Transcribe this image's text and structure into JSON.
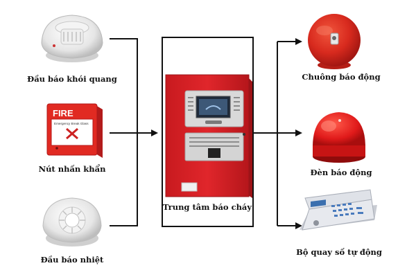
{
  "inputs": {
    "smoke_detector": {
      "label": "Đầu báo khói quang",
      "icon": "smoke-detector-icon"
    },
    "call_point": {
      "label": "Nút nhấn khẩn",
      "icon": "manual-call-point-icon",
      "sign_text": "FIRE",
      "sub_text": "Emergency Break Glass"
    },
    "heat_detector": {
      "label": "Đầu báo nhiệt",
      "icon": "heat-detector-icon"
    }
  },
  "center": {
    "label": "Trung tâm báo cháy",
    "icon": "fire-alarm-panel-icon"
  },
  "outputs": {
    "bell": {
      "label": "Chuông báo động",
      "icon": "alarm-bell-icon"
    },
    "strobe": {
      "label": "Đèn báo động",
      "icon": "alarm-strobe-icon"
    },
    "dialer": {
      "label": "Bộ quay số tự động",
      "icon": "auto-dialer-icon"
    }
  },
  "colors": {
    "panel_red": "#d31f24",
    "device_red": "#e12a22",
    "wire": "#111111"
  }
}
